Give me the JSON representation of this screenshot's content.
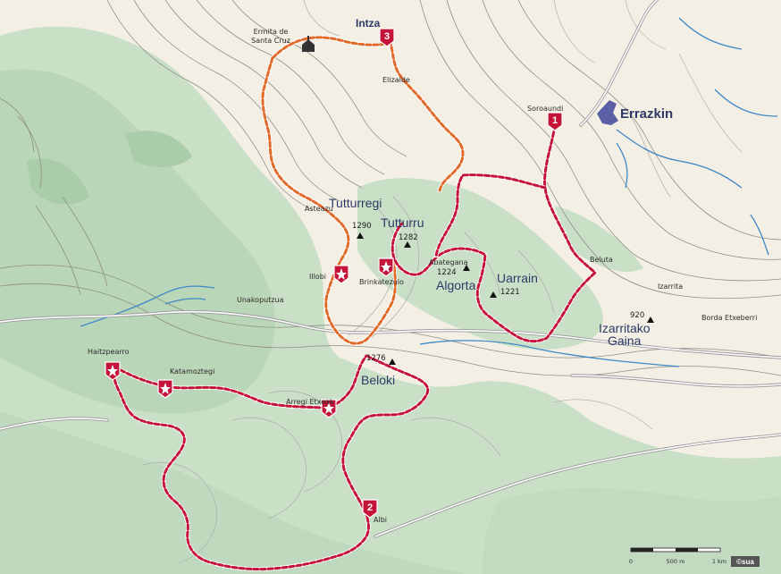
{
  "map": {
    "colors": {
      "forest": "#c9dfc6",
      "forest_dark": "#b7d4b7",
      "open_land": "#f3efe4",
      "route_red": "#c4143a",
      "route_orange": "#e06a2a",
      "river": "#3f88c8",
      "label": "#2e3a66"
    },
    "waypoints": [
      {
        "id": "wp-1",
        "number": "1"
      },
      {
        "id": "wp-2",
        "number": "2"
      },
      {
        "id": "wp-3",
        "number": "3"
      }
    ],
    "places": {
      "ermita": "Ermita de",
      "ermita2": "Santa Cruz",
      "intza": "Intza",
      "elizalde": "Elizalde",
      "soroaundi": "Soroaundi",
      "errazkin": "Errazkin",
      "asteazu": "Asteazu",
      "tutturregi": "Tutturregi",
      "tutturru": "Tutturru",
      "abategana": "Abategana",
      "algorta": "Algorta",
      "uarrain": "Uarrain",
      "beluta": "Beluta",
      "izarrita": "Izarrita",
      "illobi": "Illobi",
      "brinkatezulo": "Brinkatezulo",
      "unakoputzua": "Unakoputzua",
      "haitzpearro": "Haitzpearro",
      "katamoztegi": "Katamoztegi",
      "arregi": "Arregi Etxeak",
      "beloki": "Beloki",
      "albi": "Albi",
      "izarritako1": "Izarritako",
      "izarritako2": "Gaina",
      "borda": "Borda Etxeberri"
    },
    "elevations": {
      "tutturregi": "1290",
      "tutturru": "1282",
      "algorta": "1224",
      "uarrain": "1221",
      "beloki": "1276",
      "izarritako": "920"
    },
    "scale": {
      "zero": "0",
      "mid": "500 m",
      "end": "1 km"
    },
    "credit": "©sua"
  }
}
